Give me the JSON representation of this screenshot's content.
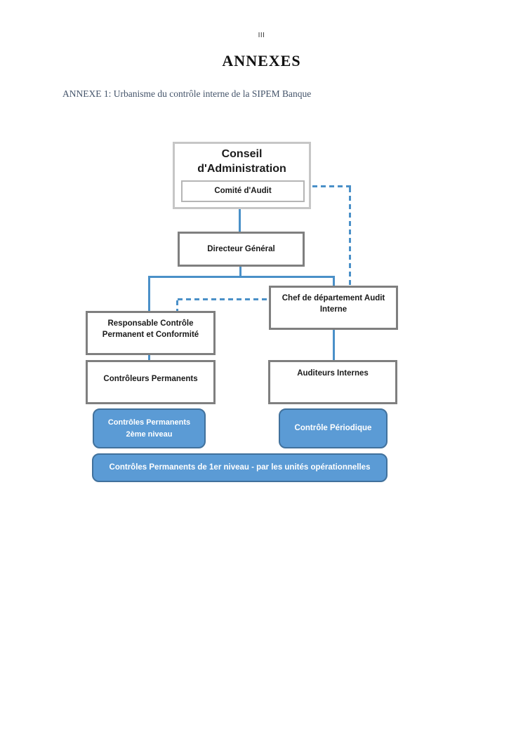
{
  "page": {
    "page_number": "III",
    "section_title": "ANNEXES",
    "annex_heading": "ANNEXE 1: Urbanisme du contrôle interne de la SIPEM Banque"
  },
  "diagram": {
    "nodes": {
      "conseil": "Conseil\nd'Administration",
      "comite_audit": "Comité d'Audit",
      "directeur": "Directeur Général",
      "chef_audit": "Chef de département Audit Interne",
      "responsable": "Responsable Contrôle\nPermanent et Conformité",
      "controleurs": "Contrôleurs Permanents",
      "auditeurs": "Auditeurs Internes",
      "cp2": "Contrôles Permanents\n2ème niveau",
      "periodique": "Contrôle Périodique",
      "cp1": "Contrôles Permanents de 1er niveau - par les unités opérationnelles"
    },
    "colors": {
      "connector_blue": "#4a90c8",
      "box_border_dark": "#7f7f7f",
      "box_border_light": "#c6c6c6",
      "blue_box_fill": "#5b9bd5",
      "blue_box_border": "#41719c",
      "annex_heading_color": "#44546a"
    }
  }
}
